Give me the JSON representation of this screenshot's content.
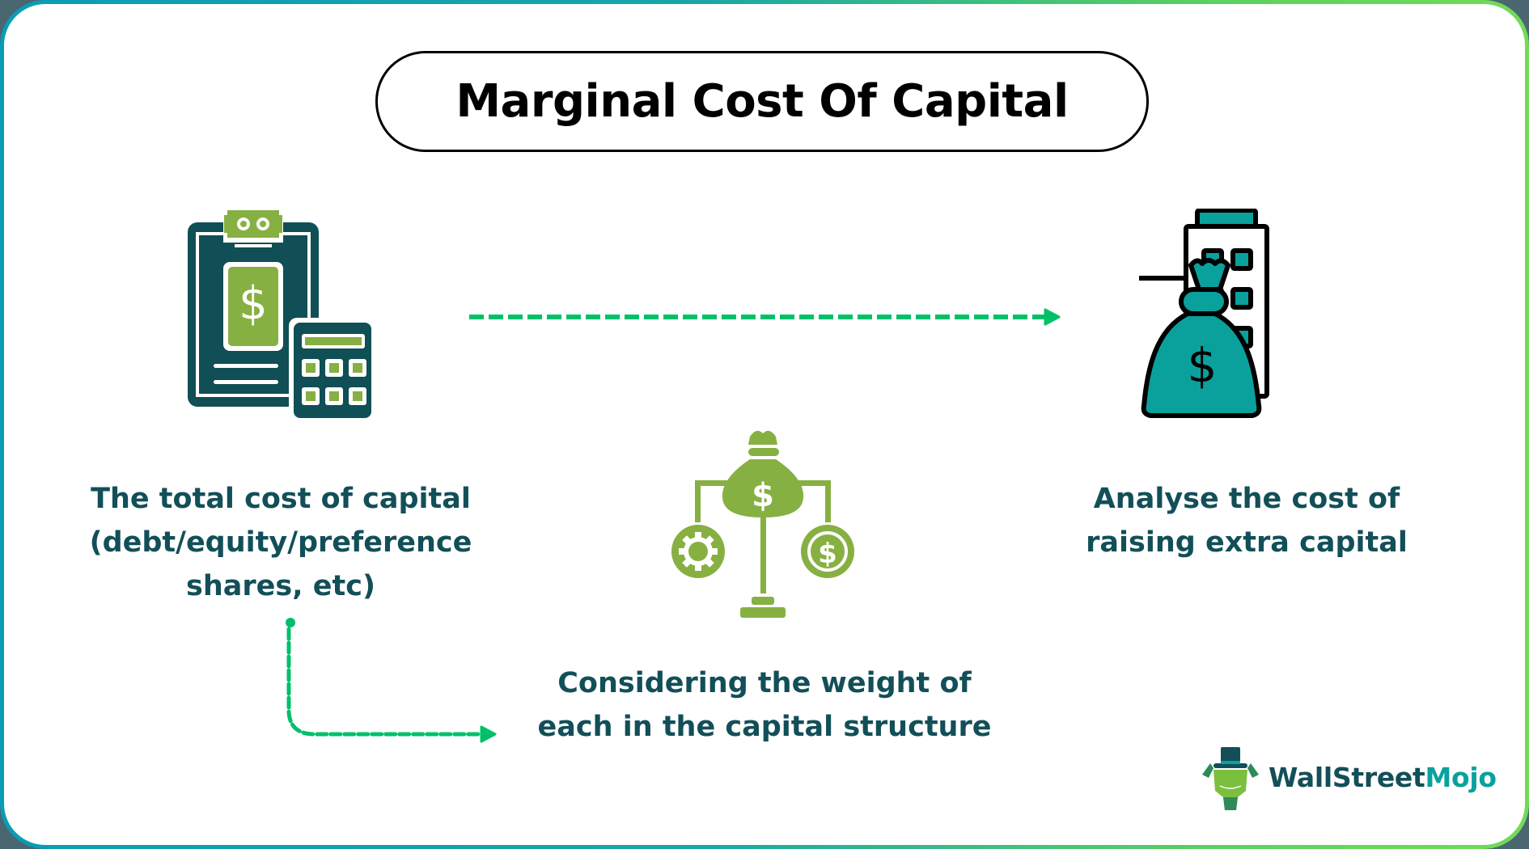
{
  "title": "Marginal Cost Of Capital",
  "colors": {
    "frame_gradient_start": "#0a9cb6",
    "frame_gradient_end": "#72da58",
    "corner_background": "#4a6670",
    "text_dark_teal": "#124f58",
    "icon_dark_teal": "#0f4f55",
    "icon_green": "#86b042",
    "icon_teal": "#0aa19d",
    "arrow_green": "#00c06a"
  },
  "steps": [
    {
      "icon": "clipboard-calculator-icon",
      "lines": [
        "The total cost of capital",
        "(debt/equity/preference",
        "shares, etc)"
      ]
    },
    {
      "icon": "balance-scale-icon",
      "lines": [
        "Considering the weight of",
        "each in the capital structure"
      ]
    },
    {
      "icon": "money-bag-building-icon",
      "lines": [
        "Analyse the cost of",
        "raising extra capital"
      ]
    }
  ],
  "connectors": [
    {
      "from": "step-1",
      "to": "step-3",
      "style": "dashed-arrow"
    },
    {
      "from": "step-1",
      "to": "step-2",
      "style": "dashed-elbow-arrow"
    }
  ],
  "logo": {
    "part1": "WallStreet",
    "part2": "Mojo"
  }
}
